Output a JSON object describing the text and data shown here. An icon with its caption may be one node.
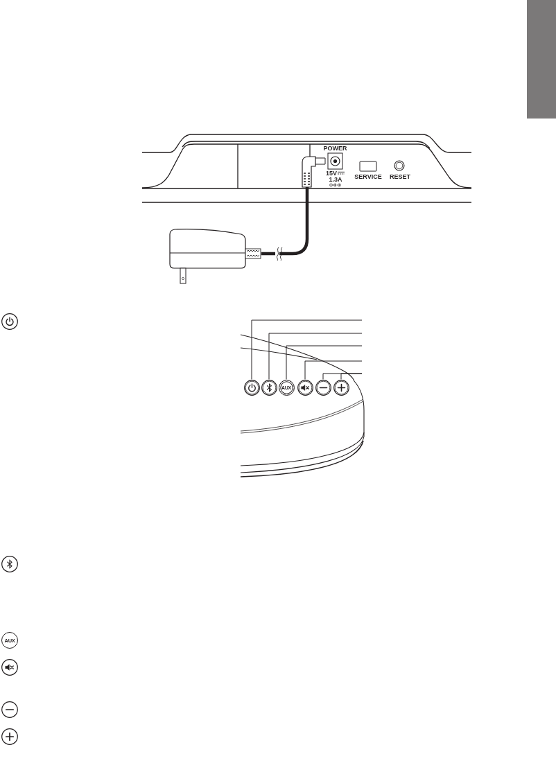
{
  "diagram": {
    "nodes": [
      {
        "text": [],
        "shape": "box"
      },
      {
        "text": [],
        "shape": "circle"
      },
      {
        "text": [],
        "shape": "circle"
      },
      {
        "text": [],
        "shape": "circle"
      },
      {
        "text": [
          "AUX"
        ]
      },
      {
        "text": [],
        "shape": "circle"
      },
      {
        "text": [],
        "shape": "circle"
      },
      {
        "text": [],
        "shape": "circle"
      },
      {
        "text": [],
        "shape": "circle"
      },
      {
        "text": [
          "AUX"
        ]
      },
      {
        "text": [],
        "shape": "circle"
      },
      {
        "text": [],
        "shape": "circle"
      },
      {
        "text": [],
        "shape": "circle"
      }
    ],
    "edges": [
      {
        "from": 2,
        "to": null,
        "arrow": "none"
      },
      {
        "from": 3,
        "to": null,
        "arrow": "none"
      },
      {
        "from": 4,
        "to": null,
        "arrow": "none"
      },
      {
        "from": 5,
        "to": null,
        "arrow": "none"
      },
      {
        "from": 6,
        "to": null,
        "arrow": "none"
      },
      {
        "from": 7,
        "to": null,
        "arrow": "none"
      }
    ],
    "labels": [
      "POWER",
      "15V",
      "1.3A",
      "SERVICE",
      "RESET"
    ]
  }
}
